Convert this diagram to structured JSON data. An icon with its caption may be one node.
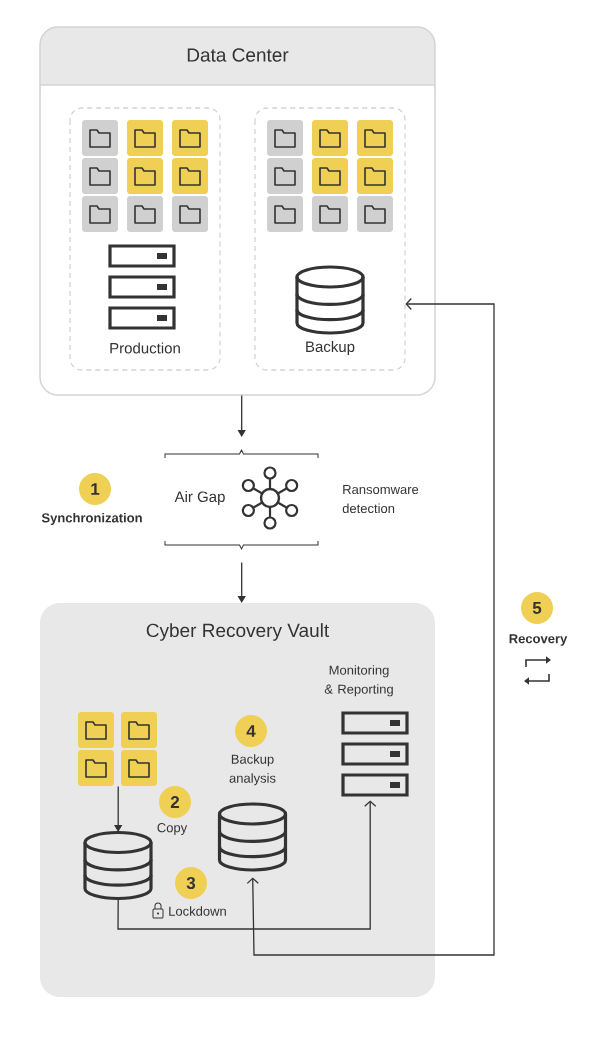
{
  "diagram": {
    "nodes": [
      {
        "text": [
          "Data Center"
        ]
      },
      {
        "text": [
          "Production"
        ],
        "in": 0
      },
      {
        "text": [
          "Backup"
        ],
        "in": 0
      },
      {
        "text": [
          "Air Gap"
        ],
        "beside": [
          "Ransomware detection"
        ]
      },
      {
        "text": [
          "Cyber Recovery Vault"
        ]
      },
      {
        "text": [],
        "shape": "folder",
        "in": 4
      },
      {
        "text": [],
        "shape": "cylinder",
        "in": 4
      },
      {
        "text": [
          "Backup analysis"
        ],
        "in": 4
      },
      {
        "text": [
          "Monitoring & Reporting"
        ],
        "in": 4
      }
    ],
    "edges": [
      {
        "from": 0,
        "to": 3,
        "arrow": "to"
      },
      {
        "from": 3,
        "to": 4,
        "arrow": "to"
      },
      {
        "from": 5,
        "to": 6,
        "arrow": "to"
      },
      {
        "from": 6,
        "to": 8,
        "arrow": "to"
      },
      {
        "from": 7,
        "to": 2,
        "arrow": "both"
      }
    ],
    "labels": [
      "1",
      "Synchronization",
      "2",
      "Copy",
      "3",
      "Lockdown",
      "4",
      "5",
      "Recovery"
    ]
  }
}
